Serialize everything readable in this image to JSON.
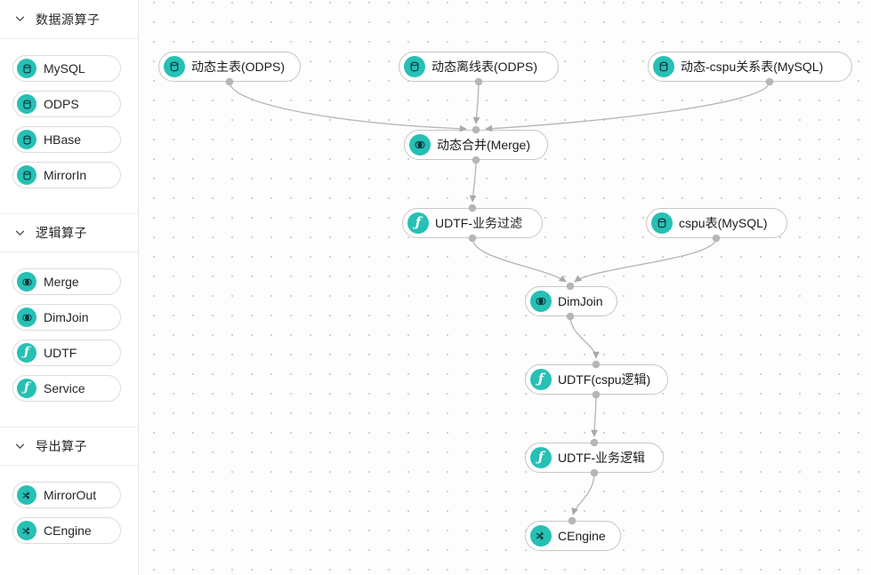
{
  "sidebar": {
    "sections": [
      {
        "title": "数据源算子",
        "items": [
          {
            "label": "MySQL",
            "icon": "database-icon"
          },
          {
            "label": "ODPS",
            "icon": "database-icon"
          },
          {
            "label": "HBase",
            "icon": "database-icon"
          },
          {
            "label": "MirrorIn",
            "icon": "database-icon"
          }
        ]
      },
      {
        "title": "逻辑算子",
        "items": [
          {
            "label": "Merge",
            "icon": "merge-icon"
          },
          {
            "label": "DimJoin",
            "icon": "merge-icon"
          },
          {
            "label": "UDTF",
            "icon": "function-icon"
          },
          {
            "label": "Service",
            "icon": "function-icon"
          }
        ]
      },
      {
        "title": "导出算子",
        "items": [
          {
            "label": "MirrorOut",
            "icon": "shuffle-icon"
          },
          {
            "label": "CEngine",
            "icon": "shuffle-icon"
          }
        ]
      }
    ]
  },
  "canvas": {
    "nodes": [
      {
        "id": "dynamic-main-table",
        "label": "动态主表(ODPS)",
        "icon": "database-icon"
      },
      {
        "id": "dynamic-offline-table",
        "label": "动态离线表(ODPS)",
        "icon": "database-icon"
      },
      {
        "id": "dynamic-cspu-relation-table",
        "label": "动态-cspu关系表(MySQL)",
        "icon": "database-icon"
      },
      {
        "id": "dynamic-merge",
        "label": "动态合并(Merge)",
        "icon": "merge-icon"
      },
      {
        "id": "udtf-business-filter",
        "label": "UDTF-业务过滤",
        "icon": "function-icon"
      },
      {
        "id": "cspu-table",
        "label": "cspu表(MySQL)",
        "icon": "database-icon"
      },
      {
        "id": "dimjoin",
        "label": "DimJoin",
        "icon": "merge-icon"
      },
      {
        "id": "udtf-cspu-logic",
        "label": "UDTF(cspu逻辑)",
        "icon": "function-icon"
      },
      {
        "id": "udtf-business-logic",
        "label": "UDTF-业务逻辑",
        "icon": "function-icon"
      },
      {
        "id": "cengine",
        "label": "CEngine",
        "icon": "shuffle-icon"
      }
    ],
    "edges": [
      {
        "from": "dynamic-main-table",
        "to": "dynamic-merge"
      },
      {
        "from": "dynamic-offline-table",
        "to": "dynamic-merge"
      },
      {
        "from": "dynamic-cspu-relation-table",
        "to": "dynamic-merge"
      },
      {
        "from": "dynamic-merge",
        "to": "udtf-business-filter"
      },
      {
        "from": "udtf-business-filter",
        "to": "dimjoin"
      },
      {
        "from": "cspu-table",
        "to": "dimjoin"
      },
      {
        "from": "dimjoin",
        "to": "udtf-cspu-logic"
      },
      {
        "from": "udtf-cspu-logic",
        "to": "udtf-business-logic"
      },
      {
        "from": "udtf-business-logic",
        "to": "cengine"
      }
    ]
  },
  "colors": {
    "accent": "#26c0b4",
    "edge": "#b4b4b4",
    "node_border": "#c6c6c6",
    "glyph_dark": "#11333a"
  }
}
